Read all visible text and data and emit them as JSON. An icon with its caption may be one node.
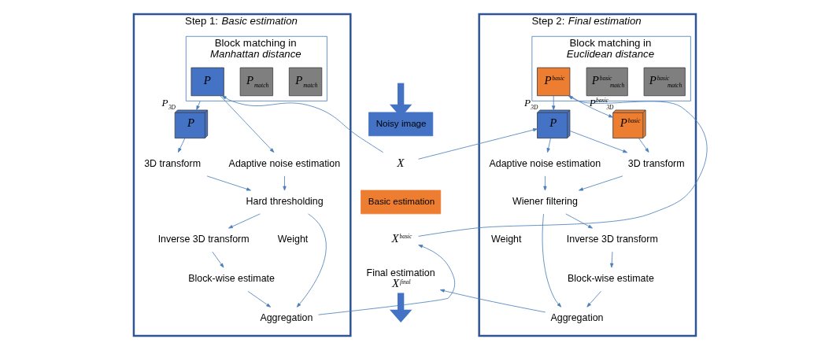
{
  "diagram": {
    "nodes": [
      {
        "text": [
          "Step 1: *Basic estimation*"
        ]
      },
      {
        "text": [],
        "shape": "box",
        "in": 0,
        "beside": [
          "Block matching in *Manhattan distance*"
        ]
      },
      {
        "text": [
          "P$_{match}$"
        ],
        "in": 1
      },
      {
        "text": [
          "P$_{match}$"
        ],
        "in": 1
      },
      {
        "text": [
          "P"
        ],
        "in": 1
      },
      {
        "text": [
          "P"
        ],
        "in": 0,
        "beside": [
          "P$_{3D}$"
        ]
      },
      {
        "text": [
          "3D transform"
        ],
        "in": 0
      },
      {
        "text": [
          "Adaptive noise estimation"
        ],
        "in": 0
      },
      {
        "text": [
          "Hard thresholding"
        ],
        "in": 0
      },
      {
        "text": [
          "Inverse 3D transform"
        ],
        "in": 0
      },
      {
        "text": [
          "Block-wise estimate"
        ],
        "in": 0
      },
      {
        "text": [
          "Aggregation"
        ],
        "in": 0
      },
      {
        "text": [
          "Noisy image"
        ]
      },
      {
        "text": [
          "X"
        ]
      },
      {
        "text": [
          "Basic estimation"
        ]
      },
      {
        "text": [
          "X$^{basic}$"
        ]
      },
      {
        "text": [
          "Final estimation",
          "X$^{final}$"
        ]
      },
      {
        "text": [
          "Step 2: *Final estimation*"
        ]
      },
      {
        "text": [],
        "shape": "box",
        "in": 17,
        "beside": [
          "Block matching in *Euclidean distance*"
        ]
      },
      {
        "text": [
          "P$^{basic}$$_{match}$"
        ],
        "in": 18
      },
      {
        "text": [
          "P$^{basic}$$_{match}$"
        ],
        "in": 18
      },
      {
        "text": [
          "P$^{basic}$"
        ],
        "in": 18
      },
      {
        "text": [
          "P"
        ],
        "in": 17,
        "beside": [
          "P$_{3D}$"
        ]
      },
      {
        "text": [
          "P$^{basic}$"
        ],
        "in": 17,
        "beside": [
          "P$^{basic}$$_{3D}$"
        ]
      },
      {
        "text": [
          "3D transform"
        ],
        "in": 17
      },
      {
        "text": [
          "Adaptive noise estimation"
        ],
        "in": 17
      },
      {
        "text": [
          "Wiener filtering"
        ],
        "in": 17
      },
      {
        "text": [
          "Inverse 3D transform"
        ],
        "in": 17
      },
      {
        "text": [
          "Block-wise estimate"
        ],
        "in": 17
      },
      {
        "text": [
          "Aggregation"
        ],
        "in": 17
      }
    ],
    "edges": [
      {
        "from": null,
        "to": 12,
        "arrow": "to",
        "style": "thick"
      },
      {
        "from": 13,
        "to": 4,
        "arrow": "to"
      },
      {
        "from": 1,
        "to": 5,
        "arrow": "to"
      },
      {
        "from": 4,
        "to": 7,
        "arrow": "to"
      },
      {
        "from": 5,
        "to": 6,
        "arrow": "to"
      },
      {
        "from": 6,
        "to": 8,
        "arrow": "to"
      },
      {
        "from": 7,
        "to": 8,
        "arrow": "to"
      },
      {
        "from": 8,
        "to": 9,
        "arrow": "to"
      },
      {
        "from": 8,
        "to": 11,
        "arrow": "to"
      },
      {
        "from": 9,
        "to": 10,
        "arrow": "to"
      },
      {
        "from": 10,
        "to": 11,
        "arrow": "to"
      },
      {
        "from": 11,
        "to": 15,
        "arrow": "to"
      },
      {
        "from": 15,
        "to": 21,
        "arrow": "to"
      },
      {
        "from": 13,
        "to": 22,
        "arrow": "to"
      },
      {
        "from": 21,
        "to": 22,
        "arrow": "to"
      },
      {
        "from": 21,
        "to": 23,
        "arrow": "to"
      },
      {
        "from": 22,
        "to": 24,
        "arrow": "to"
      },
      {
        "from": 23,
        "to": 24,
        "arrow": "to"
      },
      {
        "from": 22,
        "to": 25,
        "arrow": "to"
      },
      {
        "from": 24,
        "to": 26,
        "arrow": "to"
      },
      {
        "from": 25,
        "to": 26,
        "arrow": "to"
      },
      {
        "from": 26,
        "to": 27,
        "arrow": "to"
      },
      {
        "from": 26,
        "to": 29,
        "arrow": "to"
      },
      {
        "from": 27,
        "to": 28,
        "arrow": "to"
      },
      {
        "from": 28,
        "to": 29,
        "arrow": "to"
      },
      {
        "from": 29,
        "to": 16,
        "arrow": "to"
      },
      {
        "from": 16,
        "to": null,
        "arrow": "to",
        "style": "thick"
      }
    ],
    "labels": [
      "Weight",
      "Weight"
    ]
  }
}
